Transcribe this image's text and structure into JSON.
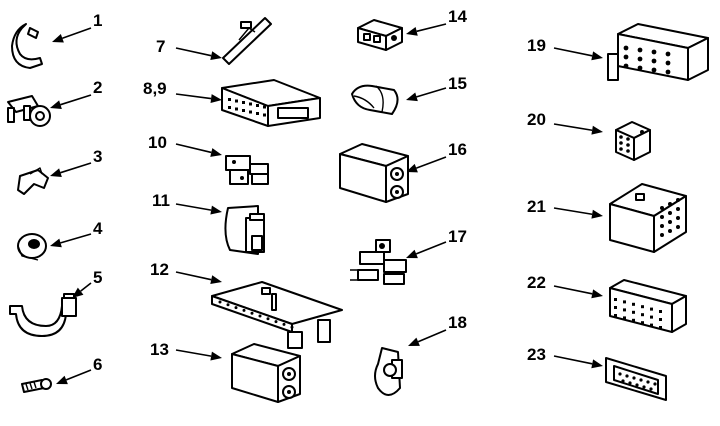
{
  "parts": [
    {
      "id": "1",
      "icon": "cable-clip-icon"
    },
    {
      "id": "2",
      "icon": "locking-clamp-icon"
    },
    {
      "id": "3",
      "icon": "wire-retainer-icon"
    },
    {
      "id": "4",
      "icon": "grommet-icon"
    },
    {
      "id": "5",
      "icon": "cable-saddle-clamp-icon"
    },
    {
      "id": "6",
      "icon": "screw-icon"
    },
    {
      "id": "7",
      "icon": "push-clip-icon"
    },
    {
      "id": "8,9",
      "icon": "multi-pin-connector-icon"
    },
    {
      "id": "10",
      "icon": "small-connector-icon"
    },
    {
      "id": "11",
      "icon": "latch-connector-icon"
    },
    {
      "id": "12",
      "icon": "terminal-strip-icon"
    },
    {
      "id": "13",
      "icon": "two-pin-housing-icon"
    },
    {
      "id": "14",
      "icon": "mini-connector-icon"
    },
    {
      "id": "15",
      "icon": "split-sleeve-icon"
    },
    {
      "id": "16",
      "icon": "two-pin-housing-icon"
    },
    {
      "id": "17",
      "icon": "terminal-block-icon"
    },
    {
      "id": "18",
      "icon": "snap-clip-icon"
    },
    {
      "id": "19",
      "icon": "multi-row-connector-icon"
    },
    {
      "id": "20",
      "icon": "cube-connector-icon"
    },
    {
      "id": "21",
      "icon": "twelve-pin-connector-icon"
    },
    {
      "id": "22",
      "icon": "grid-connector-icon"
    },
    {
      "id": "23",
      "icon": "d-sub-connector-icon"
    }
  ]
}
